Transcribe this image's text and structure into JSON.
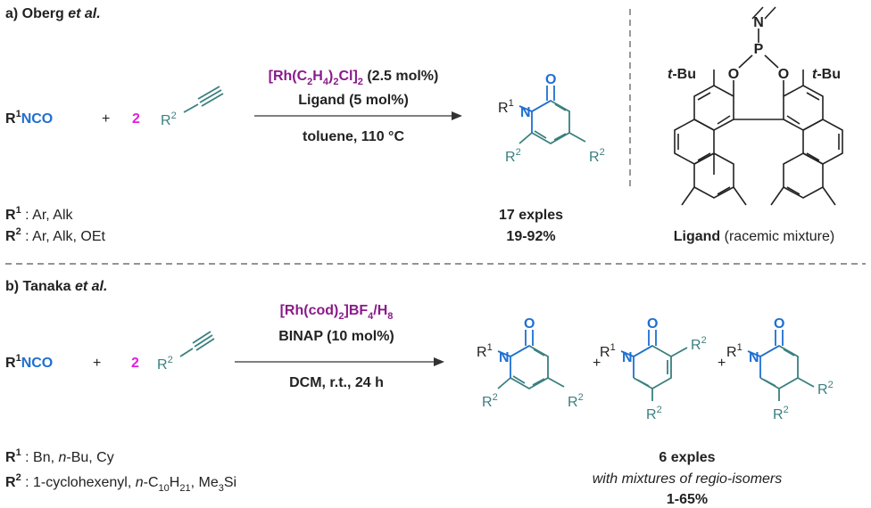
{
  "section_a": {
    "label_prefix": "a) Oberg ",
    "label_etal": "et al.",
    "reactant1_r": "R",
    "reactant1_sup": "1",
    "reactant1_nco": "NCO",
    "plus": "+",
    "coef": "2",
    "reactant2_r": "R",
    "reactant2_sup": "2",
    "catalyst_a": "[Rh(C",
    "catalyst_b": "2",
    "catalyst_c": "H",
    "catalyst_d": "4",
    "catalyst_e": ")",
    "catalyst_f": "2",
    "catalyst_g": "Cl]",
    "catalyst_h": "2",
    "catalyst_loading": " (2.5 mol%)",
    "ligand_line": "Ligand (5 mol%)",
    "conditions": "toluene, 110 °C",
    "count": "17 exples",
    "yield": "19-92%",
    "r1_label": "R",
    "r1_sup": "1",
    "r1_values": " : Ar, Alk",
    "r2_label": "R",
    "r2_sup": "2",
    "r2_values": " : Ar, Alk, OEt",
    "ligand_caption_bold": "Ligand",
    "ligand_caption_rest": " (racemic mixture)",
    "tbu_t": "t",
    "tbu_bu": "-Bu",
    "atom_N": "N",
    "atom_P": "P",
    "atom_O": "O"
  },
  "section_b": {
    "label_prefix": "b) Tanaka ",
    "label_etal": "et al.",
    "catalyst_a": "[Rh(cod)",
    "catalyst_b": "2",
    "catalyst_c": "]BF",
    "catalyst_d": "4",
    "catalyst_e": "/H",
    "catalyst_f": "8",
    "ligand_line": "BINAP (10 mol%)",
    "conditions": "DCM, r.t., 24 h",
    "count": "6 exples",
    "mixture_note": "with mixtures of regio-isomers",
    "yield": "1-65%",
    "r1_values_a": " : Bn, ",
    "r1_values_n": "n",
    "r1_values_b": "-Bu, Cy",
    "r2_values_a": " : 1-cyclohexenyl, ",
    "r2_values_n": "n",
    "r2_values_b": "-C",
    "r2_values_sub1": "10",
    "r2_values_c": "H",
    "r2_values_sub2": "21",
    "r2_values_d": ", Me",
    "r2_values_sub3": "3",
    "r2_values_e": "Si"
  }
}
